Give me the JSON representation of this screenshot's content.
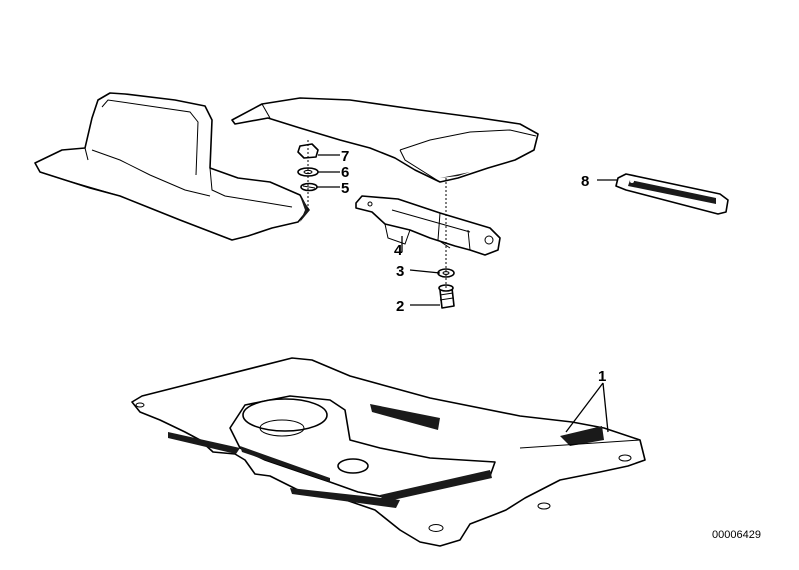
{
  "diagram": {
    "labels": {
      "l1": "1",
      "l2": "2",
      "l3": "3",
      "l4": "4",
      "l5": "5",
      "l6": "6",
      "l7": "7",
      "l8": "8"
    },
    "image_code": "00006429"
  }
}
